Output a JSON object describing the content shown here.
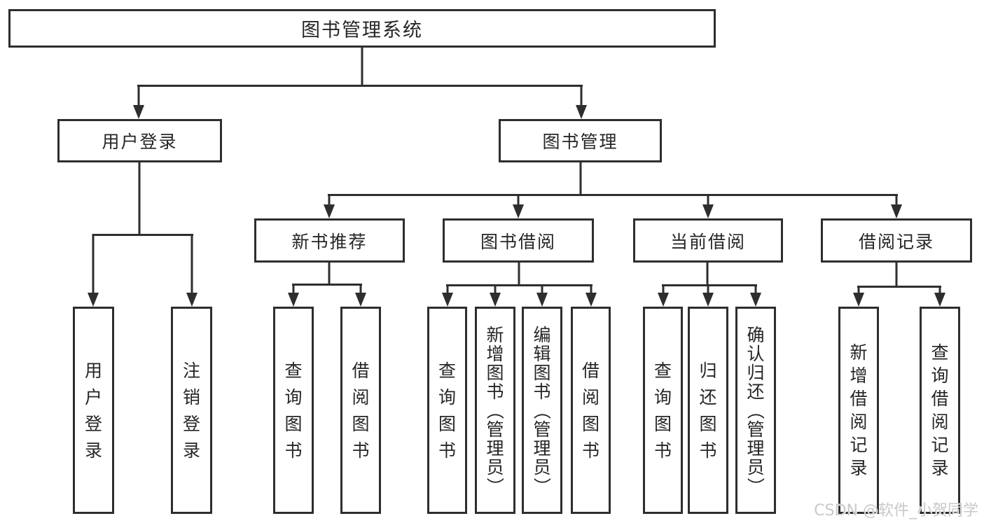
{
  "tree": {
    "root": "图书管理系统",
    "branches": [
      {
        "label": "用户登录",
        "children": [
          "用户登录",
          "注销登录"
        ]
      },
      {
        "label": "图书管理",
        "groups": [
          {
            "label": "新书推荐",
            "children": [
              "查询图书",
              "借阅图书"
            ]
          },
          {
            "label": "图书借阅",
            "children": [
              "查询图书",
              "新增图书（管理员）",
              "编辑图书（管理员）",
              "借阅图书"
            ]
          },
          {
            "label": "当前借阅",
            "children": [
              "查询图书",
              "归还图书",
              "确认归还（管理员）"
            ]
          },
          {
            "label": "借阅记录",
            "children": [
              "新增借阅记录",
              "查询借阅记录"
            ]
          }
        ]
      }
    ]
  },
  "watermark": {
    "text": "CSDN @软件_小贺同学"
  },
  "colors": {
    "line": "#2e2e2e",
    "text": "#262626",
    "background": "#ffffff",
    "watermark": "#c9c9c9"
  }
}
